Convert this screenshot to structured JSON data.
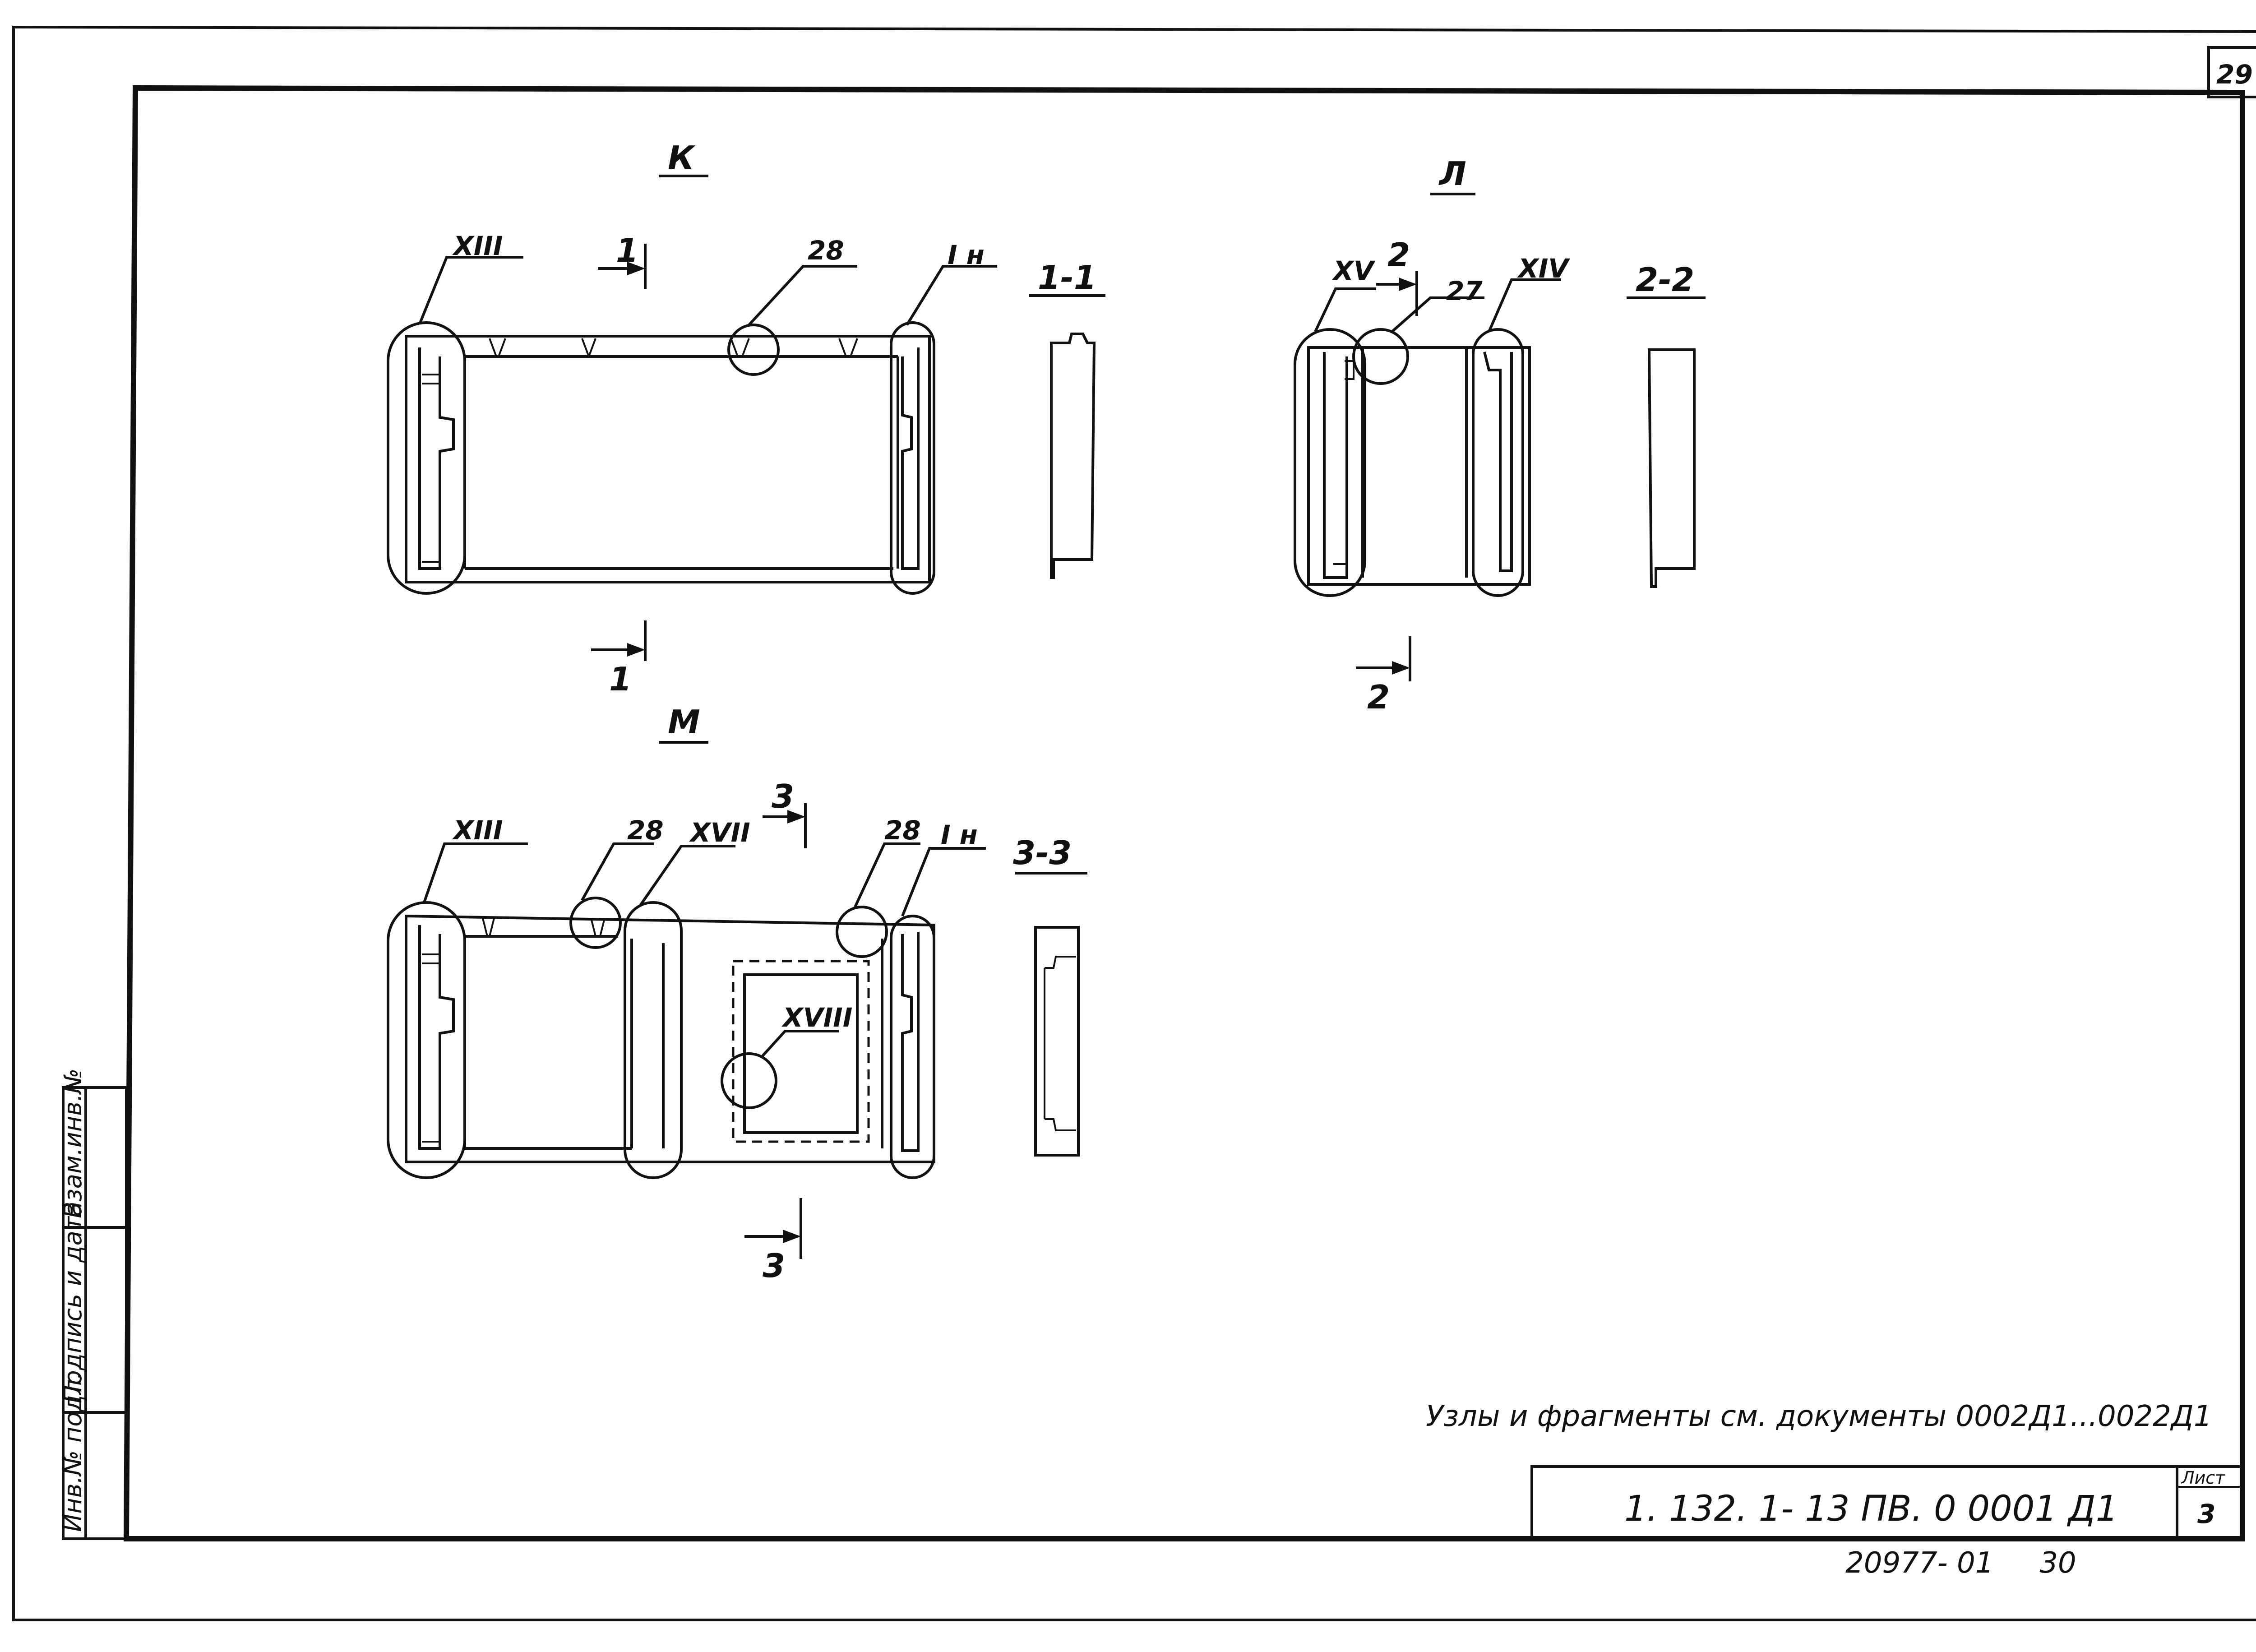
{
  "sheet_number_top": "29",
  "views": {
    "K": {
      "title": "К",
      "callouts": {
        "left": "XIII",
        "center": "28",
        "right": "I н"
      },
      "cut_mark": "1",
      "section_title": "1-1"
    },
    "L": {
      "title": "Л",
      "callouts": {
        "left": "XV",
        "center": "27",
        "right": "XIV"
      },
      "cut_mark": "2",
      "section_title": "2-2"
    },
    "M": {
      "title": "М",
      "callouts": {
        "left": "XIII",
        "mid1": "28",
        "mid2": "XVII",
        "mid3": "28",
        "right": "I н",
        "inner": "XVIII"
      },
      "cut_mark": "3",
      "section_title": "3-3"
    }
  },
  "note": "Узлы и фрагменты см. документы 0002Д1...0022Д1",
  "title_block": {
    "document_code": "1. 132. 1- 13 ПВ. 0 0001 Д1",
    "sheet_label": "Лист",
    "sheet_value": "3"
  },
  "bottom_number": "20977- 01     30",
  "side_stamp": {
    "cell1": "Инв.№ подл.",
    "cell2": "Подпись и дата",
    "cell3": "Взам.инв.№"
  }
}
